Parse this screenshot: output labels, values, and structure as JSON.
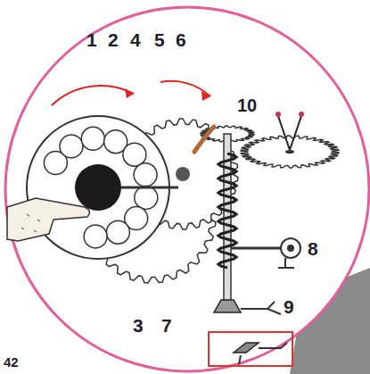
{
  "diagram": {
    "labels": [
      "1",
      "2",
      "4",
      "5",
      "6",
      "10",
      "8",
      "3",
      "7",
      "9",
      "42"
    ]
  }
}
